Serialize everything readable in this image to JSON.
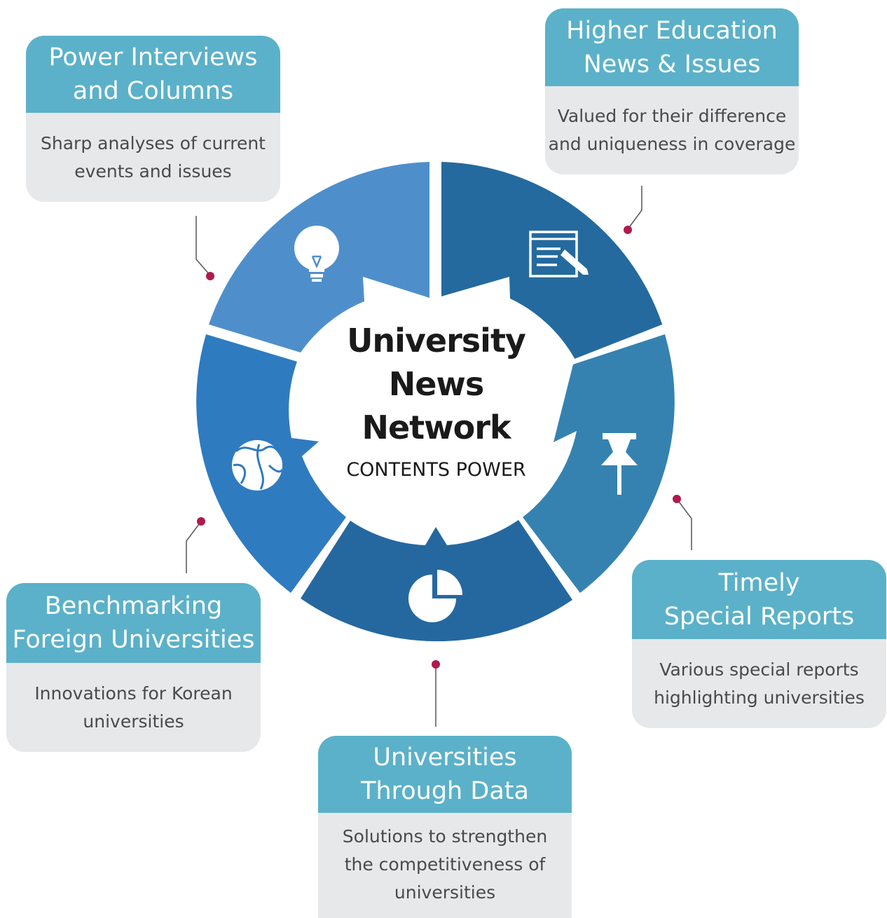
{
  "center": {
    "line1": "University",
    "line2": "News",
    "line3": "Network",
    "subtitle": "CONTENTS POWER"
  },
  "colors": {
    "segment_top_right": "#246a9e",
    "segment_right": "#3582b1",
    "segment_bottom": "#2568a0",
    "segment_left": "#2f7bc0",
    "segment_top_left": "#4e8fcb",
    "card_header": "#5bb1c9",
    "card_body": "#e7e8ea",
    "connector_dot": "#b01a4e"
  },
  "cards": {
    "power_interviews": {
      "title_line1": "Power Interviews",
      "title_line2": "and Columns",
      "desc_line1": "Sharp analyses of current",
      "desc_line2": "events and issues",
      "icon": "lightbulb-icon"
    },
    "higher_education": {
      "title_line1": "Higher Education",
      "title_line2": "News & Issues",
      "desc_line1": "Valued for their difference",
      "desc_line2": "and uniqueness in coverage",
      "icon": "article-edit-icon"
    },
    "special_reports": {
      "title_line1": "Timely",
      "title_line2": "Special Reports",
      "desc_line1": "Various special reports",
      "desc_line2": "highlighting universities",
      "icon": "pushpin-icon"
    },
    "through_data": {
      "title_line1": "Universities",
      "title_line2": "Through Data",
      "desc_line1": "Solutions to strengthen",
      "desc_line2": "the competitiveness of",
      "desc_line3": "universities",
      "icon": "pie-chart-icon"
    },
    "benchmarking": {
      "title_line1": "Benchmarking",
      "title_line2": "Foreign Universities",
      "desc_line1": "Innovations for Korean",
      "desc_line2": "universities",
      "icon": "globe-icon"
    }
  }
}
